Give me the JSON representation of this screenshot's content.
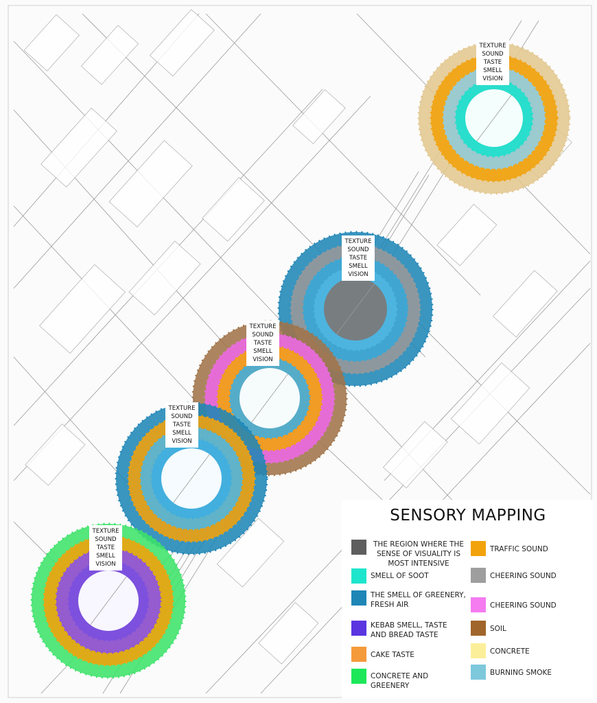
{
  "map": {
    "ring_label_lines": [
      "TEXTURE",
      "SOUND",
      "TASTE",
      "SMELL",
      "VISION"
    ],
    "rings": [
      {
        "name": "ring-north",
        "bands": [
          "#e2c78f",
          "#f2a30b",
          "#8fcfe8",
          "#19e0cc"
        ],
        "center_fill": "#ffffff"
      },
      {
        "name": "ring-stadium",
        "bands": [
          "#1f86b6",
          "#9a9a9a",
          "#35a8d8",
          "#4fb6e0"
        ],
        "center_fill": "#7a7a7a"
      },
      {
        "name": "ring-middle",
        "bands": [
          "#a0744a",
          "#ee6ae6",
          "#f2a30b",
          "#3faee0"
        ],
        "center_fill": "#ffffff"
      },
      {
        "name": "ring-southwest",
        "bands": [
          "#1f86b6",
          "#f2a30b",
          "#4fb6e0",
          "#3faee0"
        ],
        "center_fill": "#ffffff"
      },
      {
        "name": "ring-south",
        "bands": [
          "#3de36a",
          "#f2a30b",
          "#8a52e8",
          "#7a4fe0"
        ],
        "center_fill": "#ffffff"
      }
    ]
  },
  "legend": {
    "title": "SENSORY MAPPING",
    "left_items": [
      {
        "text": "THE REGION WHERE THE SENSE OF VISUALITY IS MOST INTENSIVE",
        "color": "#5e5e5e"
      },
      {
        "text": "SMELL OF SOOT",
        "color": "#1de6cc"
      },
      {
        "text": "THE SMELL OF GREENERY, FRESH AIR",
        "color": "#1f86b6"
      },
      {
        "text": "KEBAB SMELL, TASTE AND BREAD TASTE",
        "color": "#5a35e0"
      },
      {
        "text": "CAKE TASTE",
        "color": "#f59a3a"
      },
      {
        "text": "CONCRETE AND GREENERY",
        "color": "#1ee85a"
      }
    ],
    "right_items": [
      {
        "text": "TRAFFIC SOUND",
        "color": "#f2a30b"
      },
      {
        "text": "CHEERING SOUND",
        "color": "#9e9e9e"
      },
      {
        "text": "CHEERING SOUND",
        "color": "#f47cf0"
      },
      {
        "text": "SOIL",
        "color": "#a0652a"
      },
      {
        "text": "CONCRETE",
        "color": "#fbef9a"
      },
      {
        "text": "BURNING SMOKE",
        "color": "#7ec8dc"
      }
    ]
  }
}
